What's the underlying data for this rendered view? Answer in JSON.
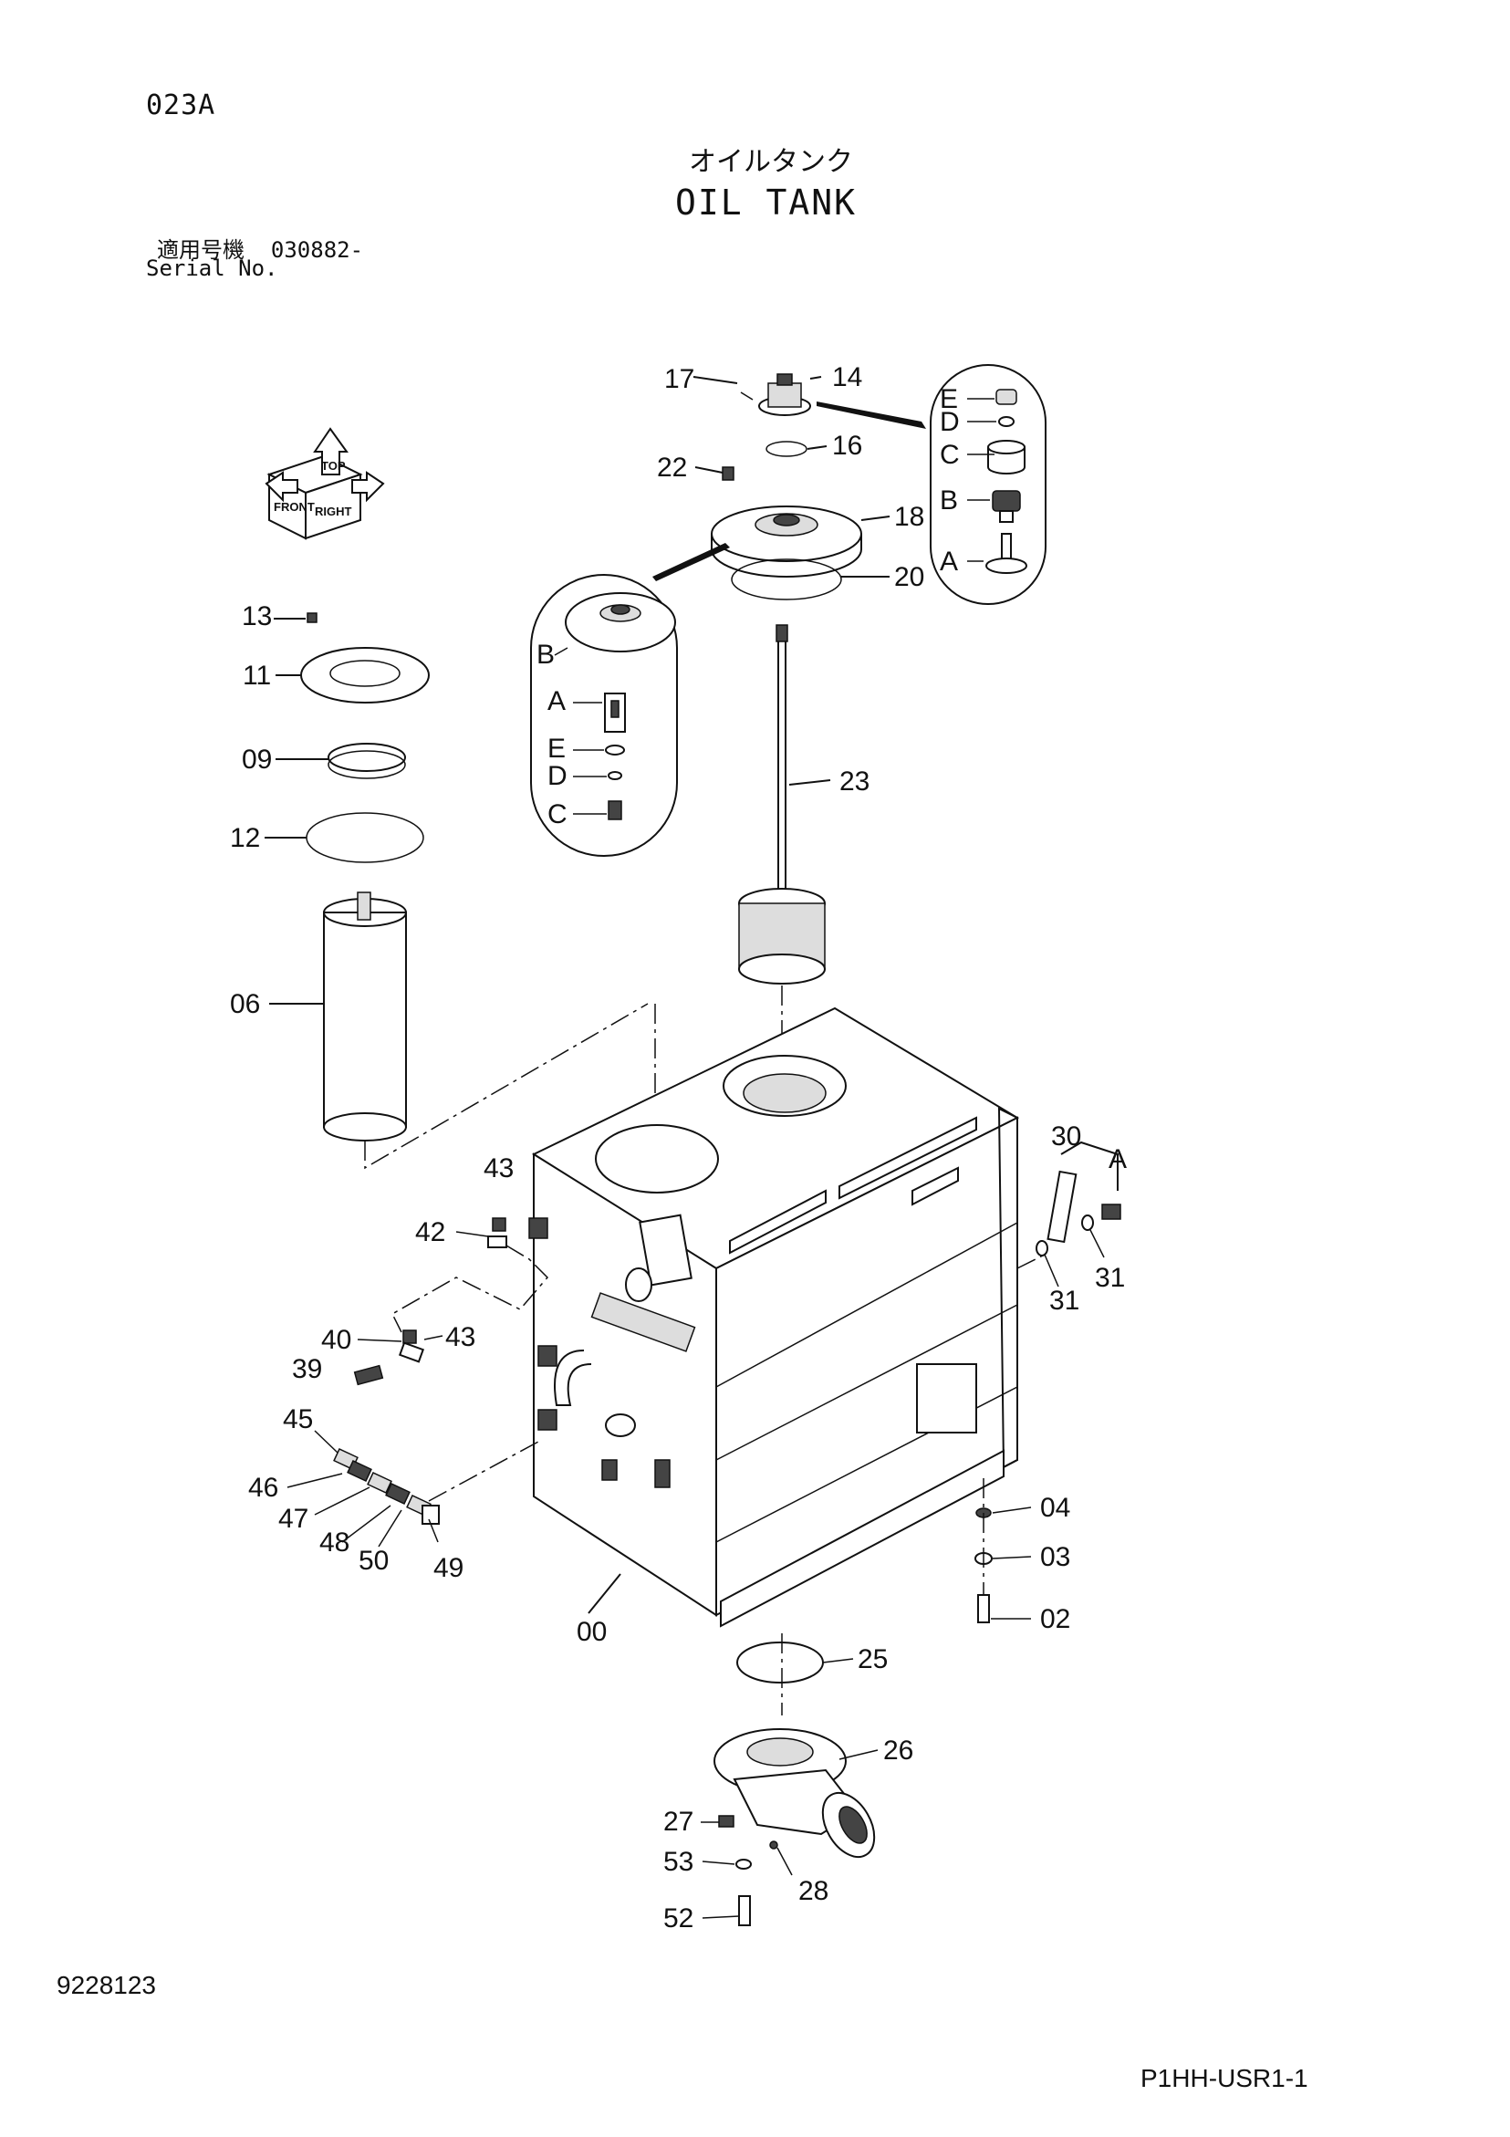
{
  "header": {
    "page_id": "023A",
    "title_jp": "オイルタンク",
    "title_en": "OIL TANK",
    "serial_label_jp": "適用号機",
    "serial_value": "030882-",
    "serial_label_en": "Serial No."
  },
  "footer": {
    "doc_number": "9228123",
    "sheet_code": "P1HH-USR1-1"
  },
  "direction_marker": {
    "labels": [
      "FRONT",
      "TOP",
      "RIGHT"
    ],
    "icon": "direction-cube-icon"
  },
  "callouts": {
    "p00": "00",
    "p02": "02",
    "p03": "03",
    "p04": "04",
    "p06": "06",
    "p09": "09",
    "p11": "11",
    "p12": "12",
    "p13": "13",
    "p14": "14",
    "p16": "16",
    "p17": "17",
    "p18": "18",
    "p20": "20",
    "p22": "22",
    "p23": "23",
    "p25": "25",
    "p26": "26",
    "p27": "27",
    "p28": "28",
    "p30": "30",
    "p31a": "31",
    "p31b": "31",
    "p39": "39",
    "p40": "40",
    "p42": "42",
    "p43a": "43",
    "p43b": "43",
    "p45": "45",
    "p46": "46",
    "p47": "47",
    "p48": "48",
    "p49": "49",
    "p50": "50",
    "p52": "52",
    "p53": "53"
  },
  "detail_breather": {
    "labels": [
      "E",
      "D",
      "C",
      "B",
      "A"
    ]
  },
  "detail_cover": {
    "labels": [
      "B",
      "A",
      "E",
      "D",
      "C"
    ]
  },
  "detail_30": {
    "label": "A"
  }
}
